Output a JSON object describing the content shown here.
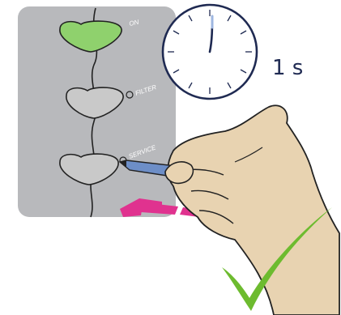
{
  "panel": {
    "labels": {
      "on": "ON",
      "filter": "FILTER",
      "service": "SERVICE"
    }
  },
  "timer": {
    "duration_text": "1 s"
  },
  "colors": {
    "panel": "#b8b9bc",
    "on_led": "#8fd16d",
    "button": "#c9c9c9",
    "check": "#6dbb2f",
    "arrow": "#e0328f",
    "pen_tip": "#6d8ec7",
    "hand": "#e8d3b1",
    "clock_hand": "#9eb6e0"
  },
  "icons": [
    "clock-icon",
    "checkmark-icon",
    "arrow-left-icon",
    "hand-icon",
    "pen-icon"
  ]
}
